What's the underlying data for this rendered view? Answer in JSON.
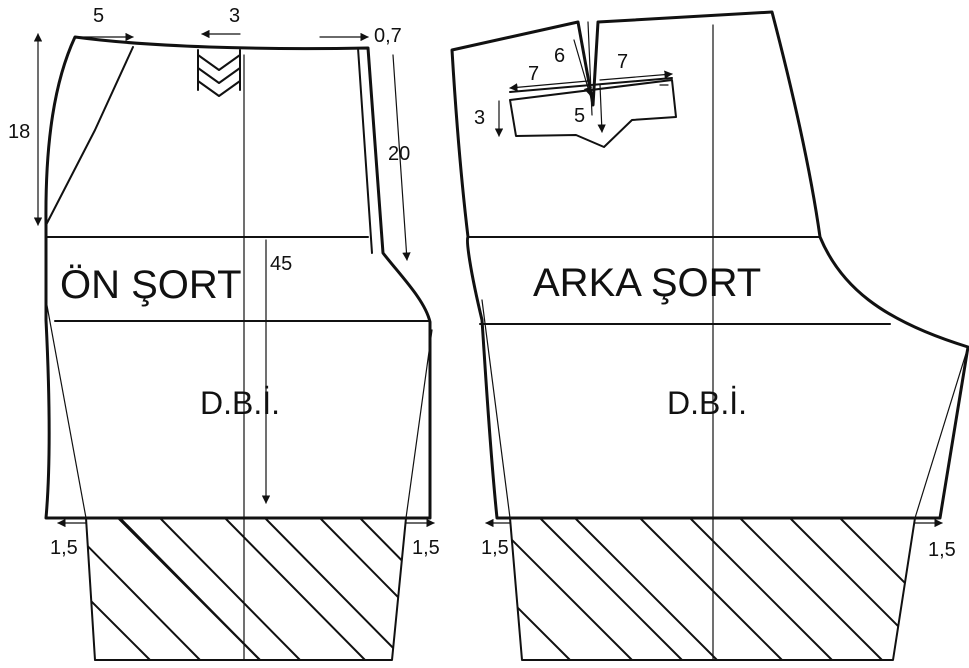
{
  "front": {
    "title": "ÖN ŞORT",
    "subtitle": "D.B.İ.",
    "dims": {
      "waist_left": "5",
      "waist_dart": "3",
      "waist_right": "0,7",
      "pocket_height": "18",
      "side_length": "20",
      "length": "45",
      "hem_left": "1,5",
      "hem_right": "1,5"
    }
  },
  "back": {
    "title": "ARKA ŞORT",
    "subtitle": "D.B.İ.",
    "dims": {
      "pocket_left": "7",
      "dart_length": "6",
      "pocket_right": "7",
      "pocket_height": "3",
      "dart_depth": "5",
      "hem_left": "1,5",
      "hem_right": "1,5"
    }
  },
  "colors": {
    "line": "#111111",
    "background": "#ffffff"
  }
}
